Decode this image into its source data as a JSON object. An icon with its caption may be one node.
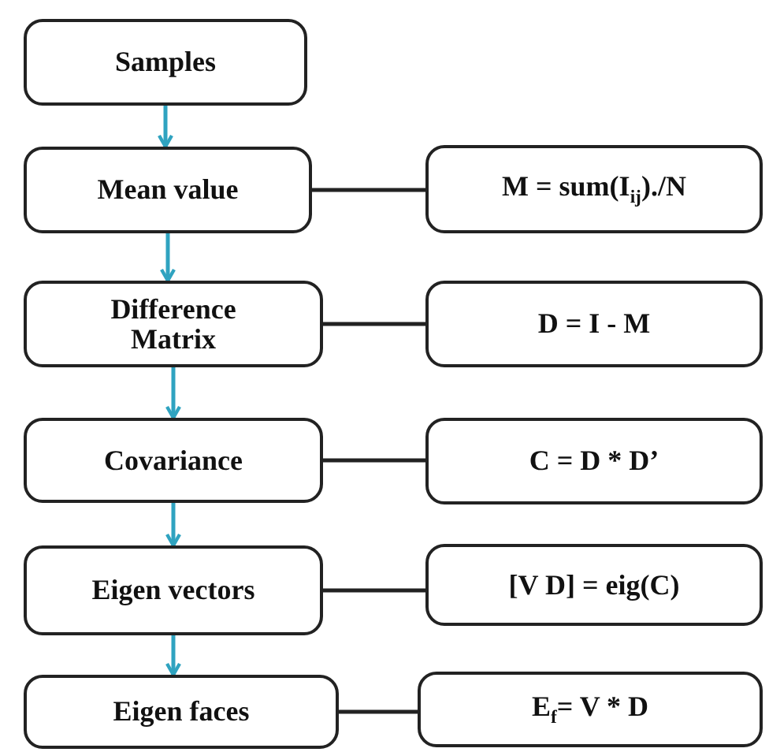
{
  "diagram": {
    "nodes": [
      {
        "text": [
          "Samples"
        ]
      },
      {
        "text": [
          "Mean value"
        ]
      },
      {
        "text": [
          "M = sum(I$_{ij}$)./N"
        ]
      },
      {
        "text": [
          "Difference Matrix"
        ]
      },
      {
        "text": [
          "D = I - M"
        ]
      },
      {
        "text": [
          "Covariance"
        ]
      },
      {
        "text": [
          "C = D * D’"
        ]
      },
      {
        "text": [
          "Eigen vectors"
        ]
      },
      {
        "text": [
          "[V D] = eig(C)"
        ]
      },
      {
        "text": [
          "Eigen faces"
        ]
      },
      {
        "text": [
          "E$_{f}$= V * D"
        ]
      }
    ],
    "edges": [
      {
        "from": 0,
        "to": 1,
        "arrow": "to",
        "color": "#2fa3c0"
      },
      {
        "from": 1,
        "to": 2,
        "arrow": "none",
        "color": "#222222"
      },
      {
        "from": 1,
        "to": 3,
        "arrow": "to",
        "color": "#2fa3c0"
      },
      {
        "from": 3,
        "to": 4,
        "arrow": "none",
        "color": "#222222"
      },
      {
        "from": 3,
        "to": 5,
        "arrow": "to",
        "color": "#2fa3c0"
      },
      {
        "from": 5,
        "to": 6,
        "arrow": "none",
        "color": "#222222"
      },
      {
        "from": 5,
        "to": 7,
        "arrow": "to",
        "color": "#2fa3c0"
      },
      {
        "from": 7,
        "to": 8,
        "arrow": "none",
        "color": "#222222"
      },
      {
        "from": 7,
        "to": 9,
        "arrow": "to",
        "color": "#2fa3c0"
      },
      {
        "from": 9,
        "to": 10,
        "arrow": "none",
        "color": "#222222"
      }
    ]
  }
}
